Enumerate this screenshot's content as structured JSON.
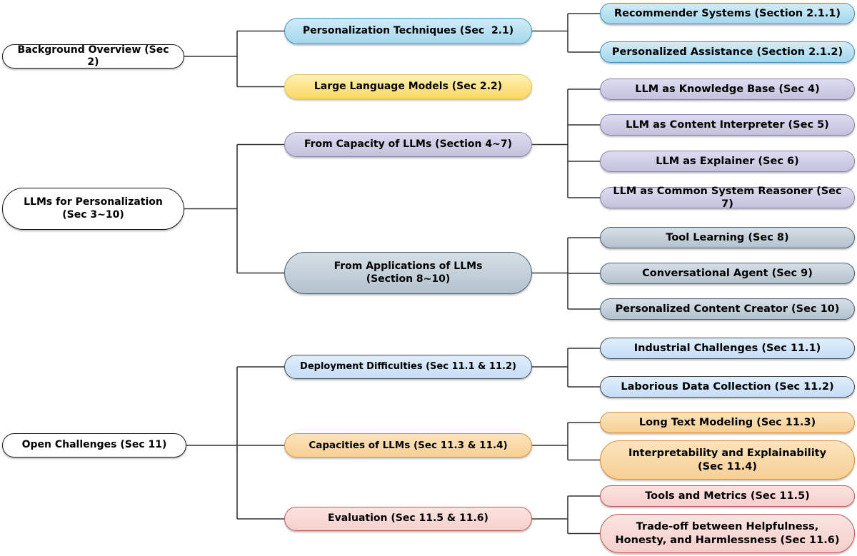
{
  "figure": {
    "description": "Survey taxonomy tree: LLMs for Personalization"
  },
  "nodes": {
    "background_overview": {
      "label": "Background Overview (Sec 2)"
    },
    "llms_for_personalization": {
      "label": "LLMs for Personalization\n(Sec 3~10)"
    },
    "open_challenges": {
      "label": "Open Challenges (Sec 11)"
    },
    "personalization_techniques": {
      "label": "Personalization Techniques (Sec  2.1)"
    },
    "large_language_models": {
      "label": "Large Language Models (Sec 2.2)"
    },
    "from_capacity": {
      "label": "From Capacity of LLMs (Section 4~7)"
    },
    "from_applications": {
      "label": "From Applications of LLMs\n(Section 8~10)"
    },
    "deployment_difficulties": {
      "label": "Deployment Difficulties (Sec 11.1 & 11.2)"
    },
    "capacities_of_llms": {
      "label": "Capacities of LLMs (Sec 11.3 & 11.4)"
    },
    "evaluation": {
      "label": "Evaluation (Sec 11.5 & 11.6)"
    },
    "recommender_systems": {
      "label": "Recommender Systems (Section 2.1.1)"
    },
    "personalized_assistance": {
      "label": "Personalized Assistance (Section 2.1.2)"
    },
    "llm_knowledge_base": {
      "label": "LLM as Knowledge Base (Sec 4)"
    },
    "llm_content_interpreter": {
      "label": "LLM as Content Interpreter (Sec 5)"
    },
    "llm_explainer": {
      "label": "LLM as Explainer (Sec 6)"
    },
    "llm_common_system_reasoner": {
      "label": "LLM as Common System Reasoner (Sec 7)"
    },
    "tool_learning": {
      "label": "Tool Learning (Sec 8)"
    },
    "conversational_agent": {
      "label": "Conversational Agent (Sec 9)"
    },
    "personalized_content_creator": {
      "label": "Personalized Content Creator (Sec 10)"
    },
    "industrial_challenges": {
      "label": "Industrial Challenges (Sec 11.1)"
    },
    "laborious_data_collection": {
      "label": "Laborious Data Collection (Sec 11.2)"
    },
    "long_text_modeling": {
      "label": "Long Text Modeling (Sec 11.3)"
    },
    "interpretability": {
      "label": "Interpretability and Explainability\n(Sec 11.4)"
    },
    "tools_and_metrics": {
      "label": "Tools and Metrics (Sec 11.5)"
    },
    "tradeoff_hhh": {
      "label": "Trade-off between Helpfulness,\nHonesty, and Harmlessness (Sec 11.6)"
    }
  },
  "colors": {
    "text_color": "#000000",
    "line_color": "#333333",
    "white_border": "#141414",
    "blue_top": "#d2ecf7",
    "blue_bottom": "#a2d8ec",
    "blue_border": "#4392b8",
    "yellow_top": "#fff2b4",
    "yellow_bottom": "#fbd763",
    "yellow_border": "#e7c556",
    "lavender_top": "#dedcf0",
    "lavender_bottom": "#c4c1dc",
    "lavender_border": "#8784ad",
    "bluegray_top": "#d6dfe6",
    "bluegray_bottom": "#b3c2ce",
    "bluegray_border": "#4c6173",
    "lightblue_top": "#e0eefb",
    "lightblue_bottom": "#c6ddf7",
    "lightblue_border": "#44484e",
    "orange_top": "#fbe4bd",
    "orange_bottom": "#f8cf94",
    "orange_border": "#d3923f",
    "pink_top": "#fbe4e1",
    "pink_bottom": "#f6cfcb",
    "pink_border": "#bb5a54"
  }
}
